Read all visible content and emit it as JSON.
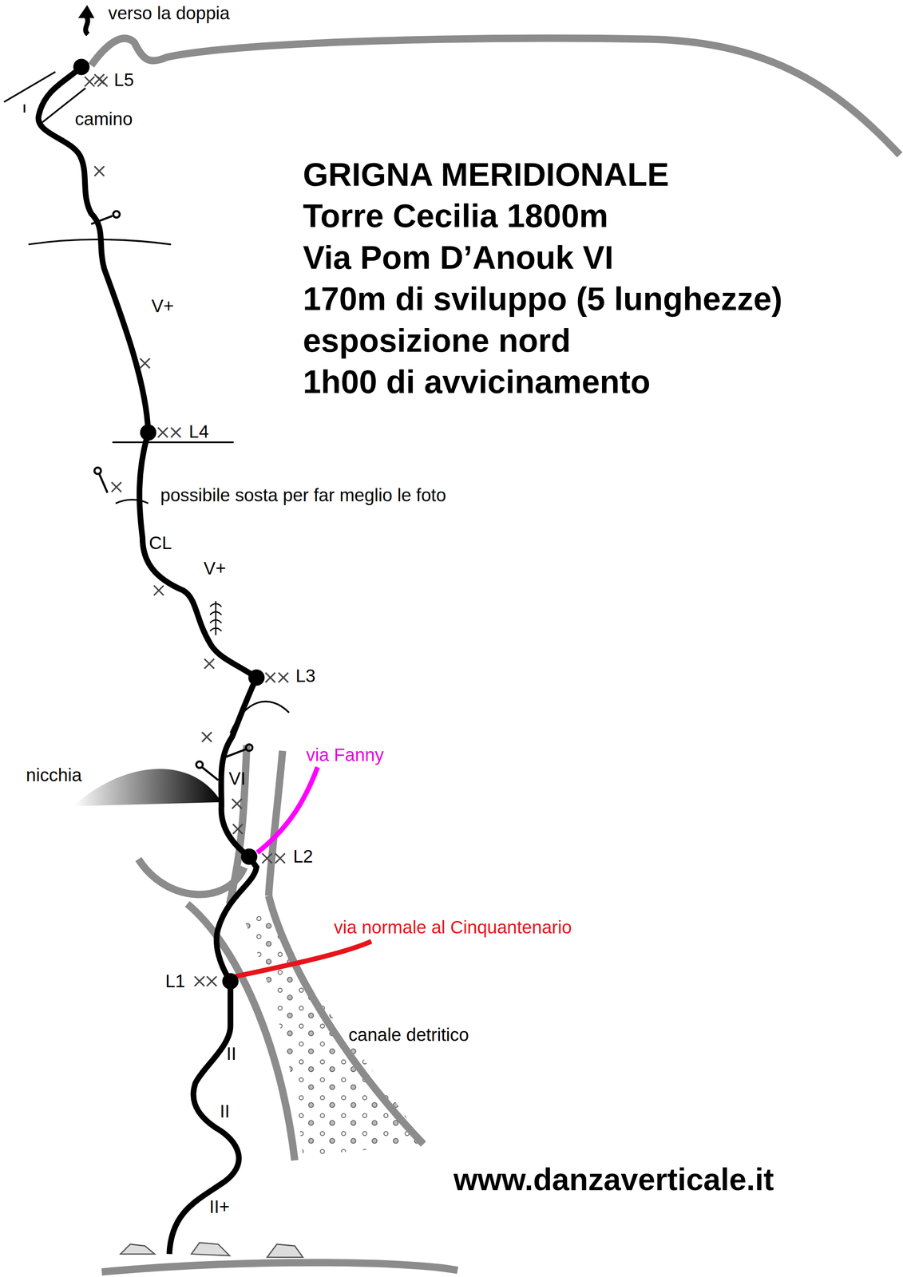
{
  "diagram": {
    "title": "GRIGNA MERIDIONALE",
    "labels": [
      "Torre Cecilia 1800m",
      "Via Pom D’Anouk VI",
      "170m di sviluppo (5 lunghezze)",
      "esposizione nord",
      "1h00 di avvicinamento",
      "verso la doppia",
      "L5",
      "camino",
      "V+",
      "L4",
      "possibile sosta per far meglio le foto",
      "CL",
      "V+",
      "L3",
      "via Fanny",
      "nicchia",
      "VI",
      "L2",
      "via normale al Cinquantenario",
      "L1",
      "canale detritico",
      "II",
      "II",
      "II+",
      "www.danzaverticale.it"
    ]
  }
}
